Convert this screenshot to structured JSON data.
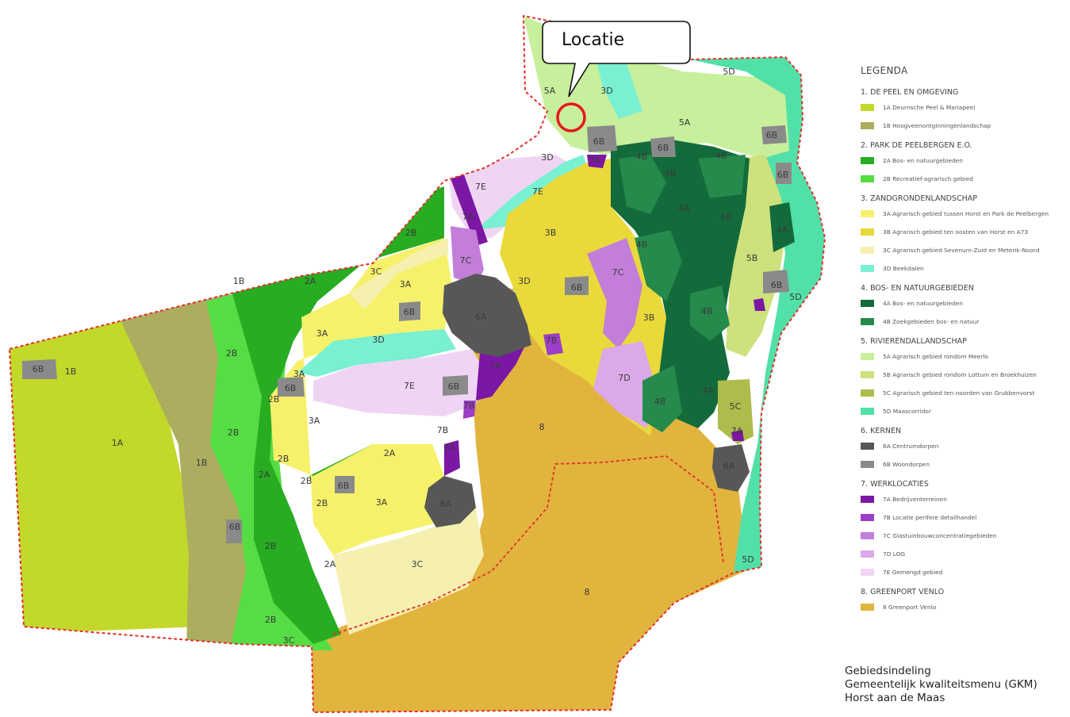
{
  "callout": {
    "label": "Locatie"
  },
  "legend": {
    "title": "LEGENDA",
    "groups": [
      {
        "title": "1. DE PEEL EN OMGEVING",
        "items": [
          {
            "code": "1A",
            "text": "1A Deurnsche Peel & Mariapeel",
            "color": "#c2d82a"
          },
          {
            "code": "1B",
            "text": "1B Hoogveenontginningenlandschap",
            "color": "#acad5e"
          }
        ]
      },
      {
        "title": "2. PARK DE PEELBERGEN E.O.",
        "items": [
          {
            "code": "2A",
            "text": "2A Bos- en natuurgebieden",
            "color": "#27ac22"
          },
          {
            "code": "2B",
            "text": "2B Recreatief-agrarisch gebied",
            "color": "#55dd44"
          }
        ]
      },
      {
        "title": "3. ZANDGRONDENLANDSCHAP",
        "items": [
          {
            "code": "3A",
            "text": "3A Agrarisch gebied tussen Horst en Park de Peelbergen",
            "color": "#f6f16a"
          },
          {
            "code": "3B",
            "text": "3B Agrarisch gebied ten oosten van Horst en A73",
            "color": "#e9d93b"
          },
          {
            "code": "3C",
            "text": "3C Agrarisch gebied Sevenum-Zuid en Meterik-Noord",
            "color": "#f5f0b0"
          },
          {
            "code": "3D",
            "text": "3D Beekdalen",
            "color": "#79f0d2"
          }
        ]
      },
      {
        "title": "4. BOS- EN NATUURGEBIEDEN",
        "items": [
          {
            "code": "4A",
            "text": "4A Bos- en natuurgebieden",
            "color": "#136b3b"
          },
          {
            "code": "4B",
            "text": "4B Zoekgebieden bos- en natuur",
            "color": "#258a4c"
          }
        ]
      },
      {
        "title": "5. RIVIERENDALLANDSCHAP",
        "items": [
          {
            "code": "5A",
            "text": "5A Agrarisch gebied rondom Meerlo",
            "color": "#c8ef9c"
          },
          {
            "code": "5B",
            "text": "5B Agrarisch gebied rondom Lottum en Broekhuizen",
            "color": "#cde17c"
          },
          {
            "code": "5C",
            "text": "5C Agrarisch gebied ten noorden van Grubbenvorst",
            "color": "#aebc4c"
          },
          {
            "code": "5D",
            "text": "5D Maascorridor",
            "color": "#52e0a9"
          }
        ]
      },
      {
        "title": "6. KERNEN",
        "items": [
          {
            "code": "6A",
            "text": "6A Centrumdorpen",
            "color": "#575757"
          },
          {
            "code": "6B",
            "text": "6B Woondorpen",
            "color": "#8a8a8a"
          }
        ]
      },
      {
        "title": "7. WERKLOCATIES",
        "items": [
          {
            "code": "7A",
            "text": "7A Bedrijventerreinen",
            "color": "#7c16a4"
          },
          {
            "code": "7B",
            "text": "7B Locatie perifere detailhandel",
            "color": "#9d3ec7"
          },
          {
            "code": "7C",
            "text": "7C Glastuinbouwconcentratiegebieden",
            "color": "#c27ed8"
          },
          {
            "code": "7D",
            "text": "7D LOG",
            "color": "#dba9e7"
          },
          {
            "code": "7E",
            "text": "7E Gemengd gebied",
            "color": "#efd5f3"
          }
        ]
      },
      {
        "title": "8. GREENPORT VENLO",
        "items": [
          {
            "code": "8",
            "text": "8 Greenport Venlo",
            "color": "#e1b43e"
          }
        ]
      }
    ]
  },
  "caption": {
    "line1": "Gebiedsindeling",
    "line2": "Gemeentelijk kwaliteitsmenu (GKM)",
    "line3": "Horst aan de Maas"
  },
  "map": {
    "border_color": "#e2302a",
    "marker_color": "#e8161c",
    "labels": [
      {
        "id": "l1",
        "text": "5A"
      },
      {
        "id": "l2",
        "text": "3D"
      },
      {
        "id": "l3",
        "text": "5D"
      },
      {
        "id": "l4",
        "text": "5A"
      },
      {
        "id": "l5",
        "text": "6B"
      },
      {
        "id": "l6",
        "text": "6B"
      },
      {
        "id": "l7",
        "text": "6B"
      },
      {
        "id": "l8",
        "text": "3D"
      },
      {
        "id": "l9",
        "text": "4B"
      },
      {
        "id": "l10",
        "text": "4B"
      },
      {
        "id": "l11",
        "text": "4B"
      },
      {
        "id": "l12",
        "text": "7A"
      },
      {
        "id": "l13",
        "text": "6B"
      },
      {
        "id": "l14",
        "text": "7E"
      },
      {
        "id": "l15",
        "text": "7E"
      },
      {
        "id": "l16",
        "text": "4A"
      },
      {
        "id": "l17",
        "text": "4B"
      },
      {
        "id": "l18",
        "text": "4A"
      },
      {
        "id": "l19",
        "text": "5B"
      },
      {
        "id": "l20",
        "text": "7A"
      },
      {
        "id": "l21",
        "text": "2B"
      },
      {
        "id": "l22",
        "text": "3B"
      },
      {
        "id": "l23",
        "text": "4B"
      },
      {
        "id": "l24",
        "text": "7C"
      },
      {
        "id": "l25",
        "text": "3C"
      },
      {
        "id": "l26",
        "text": "1B"
      },
      {
        "id": "l27",
        "text": "2A"
      },
      {
        "id": "l28",
        "text": "3A"
      },
      {
        "id": "l29",
        "text": "3D"
      },
      {
        "id": "l30",
        "text": "6B"
      },
      {
        "id": "l31",
        "text": "7C"
      },
      {
        "id": "l32",
        "text": "6B"
      },
      {
        "id": "l33",
        "text": "5D"
      },
      {
        "id": "l34",
        "text": "6B"
      },
      {
        "id": "l35",
        "text": "6A"
      },
      {
        "id": "l36",
        "text": "3A"
      },
      {
        "id": "l37",
        "text": "3D"
      },
      {
        "id": "l38",
        "text": "4B"
      },
      {
        "id": "l39",
        "text": "3B"
      },
      {
        "id": "l40",
        "text": "7B"
      },
      {
        "id": "l41",
        "text": "2B"
      },
      {
        "id": "l42",
        "text": "6B"
      },
      {
        "id": "l43",
        "text": "1B"
      },
      {
        "id": "l44",
        "text": "3A"
      },
      {
        "id": "l45",
        "text": "7A"
      },
      {
        "id": "l46",
        "text": "6B"
      },
      {
        "id": "l47",
        "text": "7E"
      },
      {
        "id": "l48",
        "text": "6B"
      },
      {
        "id": "l49",
        "text": "7D"
      },
      {
        "id": "l50",
        "text": "4A"
      },
      {
        "id": "l51",
        "text": "2B"
      },
      {
        "id": "l52",
        "text": "7B"
      },
      {
        "id": "l53",
        "text": "4B"
      },
      {
        "id": "l54",
        "text": "5C"
      },
      {
        "id": "l55",
        "text": "3A"
      },
      {
        "id": "l56",
        "text": "2B"
      },
      {
        "id": "l57",
        "text": "7B"
      },
      {
        "id": "l58",
        "text": "8"
      },
      {
        "id": "l59",
        "text": "7A"
      },
      {
        "id": "l60",
        "text": "1A"
      },
      {
        "id": "l61",
        "text": "1B"
      },
      {
        "id": "l62",
        "text": "2B"
      },
      {
        "id": "l63",
        "text": "2A"
      },
      {
        "id": "l64",
        "text": "7A"
      },
      {
        "id": "l65",
        "text": "2A"
      },
      {
        "id": "l66",
        "text": "2B"
      },
      {
        "id": "l67",
        "text": "6B"
      },
      {
        "id": "l68",
        "text": "6A"
      },
      {
        "id": "l69",
        "text": "2B"
      },
      {
        "id": "l70",
        "text": "3A"
      },
      {
        "id": "l71",
        "text": "6A"
      },
      {
        "id": "l72",
        "text": "6B"
      },
      {
        "id": "l73",
        "text": "2B"
      },
      {
        "id": "l74",
        "text": "2A"
      },
      {
        "id": "l75",
        "text": "3C"
      },
      {
        "id": "l76",
        "text": "5D"
      },
      {
        "id": "l77",
        "text": "8"
      },
      {
        "id": "l78",
        "text": "2B"
      },
      {
        "id": "l79",
        "text": "3C"
      }
    ]
  }
}
